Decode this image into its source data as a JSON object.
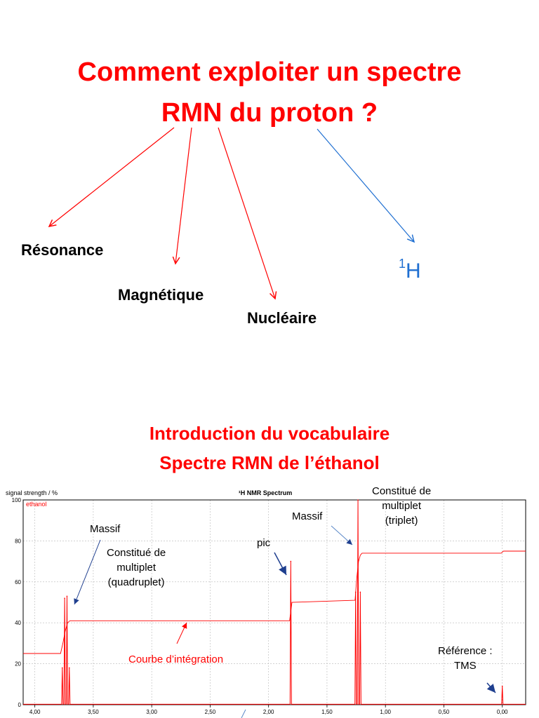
{
  "slide": {
    "title_line1": "Comment exploiter un spectre",
    "title_line2": "RMN du proton  ?",
    "words": {
      "resonance": "Résonance",
      "magnetique": "Magnétique",
      "nucleaire": "Nucléaire",
      "isotope_sup": "1",
      "isotope_symbol": "H"
    },
    "subtitle_line1": "Introduction du vocabulaire",
    "subtitle_line2": "Spectre RMN de l’éthanol"
  },
  "annotations": {
    "massif_left": "Massif",
    "constitue_left_1": "Constitué de",
    "constitue_left_2": "multiplet",
    "constitue_left_3": "(quadruplet)",
    "pic": "pic",
    "massif_right": "Massif",
    "constitue_right_1": "Constitué de",
    "constitue_right_2": "multiplet",
    "constitue_right_3": "(triplet)",
    "integration": "Courbe d’intégration",
    "reference_1": "Référence :",
    "reference_2": "TMS"
  },
  "colors": {
    "title": "#ff0000",
    "arrow_red": "#ff0000",
    "arrow_blue": "#1f6fd1",
    "spectrum": "#ff0000",
    "annotation_arrow": "#1f3f8f"
  },
  "chart_data": {
    "type": "line",
    "title": "¹H NMR Spectrum",
    "ylabel": "signal strength / %",
    "legend": "ethanol",
    "xlim": [
      4.1,
      -0.2
    ],
    "ylim": [
      0,
      100
    ],
    "x_reversed": true,
    "grid": true,
    "x_ticks": [
      4.0,
      3.5,
      3.0,
      2.5,
      2.0,
      1.5,
      1.0,
      0.5,
      0.0
    ],
    "x_tick_labels": [
      "4,00",
      "3,50",
      "3,00",
      "2,50",
      "2,00",
      "1,50",
      "1,00",
      "0,50",
      "0,00"
    ],
    "y_ticks": [
      0,
      20,
      40,
      60,
      80,
      100
    ],
    "y_tick_labels": [
      "0",
      "20",
      "40",
      "60",
      "80",
      "100"
    ],
    "peaks": [
      {
        "x": 3.765,
        "y": 18
      },
      {
        "x": 3.745,
        "y": 52
      },
      {
        "x": 3.725,
        "y": 53
      },
      {
        "x": 3.705,
        "y": 18
      },
      {
        "x": 1.81,
        "y": 70
      },
      {
        "x": 1.255,
        "y": 55
      },
      {
        "x": 1.235,
        "y": 100
      },
      {
        "x": 1.215,
        "y": 55
      },
      {
        "x": 0.0,
        "y": 9
      }
    ],
    "integration": [
      {
        "x": 4.1,
        "y": 25
      },
      {
        "x": 3.78,
        "y": 25
      },
      {
        "x": 3.76,
        "y": 30
      },
      {
        "x": 3.74,
        "y": 36
      },
      {
        "x": 3.72,
        "y": 40
      },
      {
        "x": 3.7,
        "y": 41
      },
      {
        "x": 1.82,
        "y": 41
      },
      {
        "x": 1.8,
        "y": 50
      },
      {
        "x": 1.26,
        "y": 51
      },
      {
        "x": 1.245,
        "y": 62
      },
      {
        "x": 1.23,
        "y": 70
      },
      {
        "x": 1.215,
        "y": 73
      },
      {
        "x": 1.2,
        "y": 74
      },
      {
        "x": 0.01,
        "y": 74
      },
      {
        "x": -0.01,
        "y": 75
      },
      {
        "x": -0.2,
        "y": 75
      }
    ]
  }
}
